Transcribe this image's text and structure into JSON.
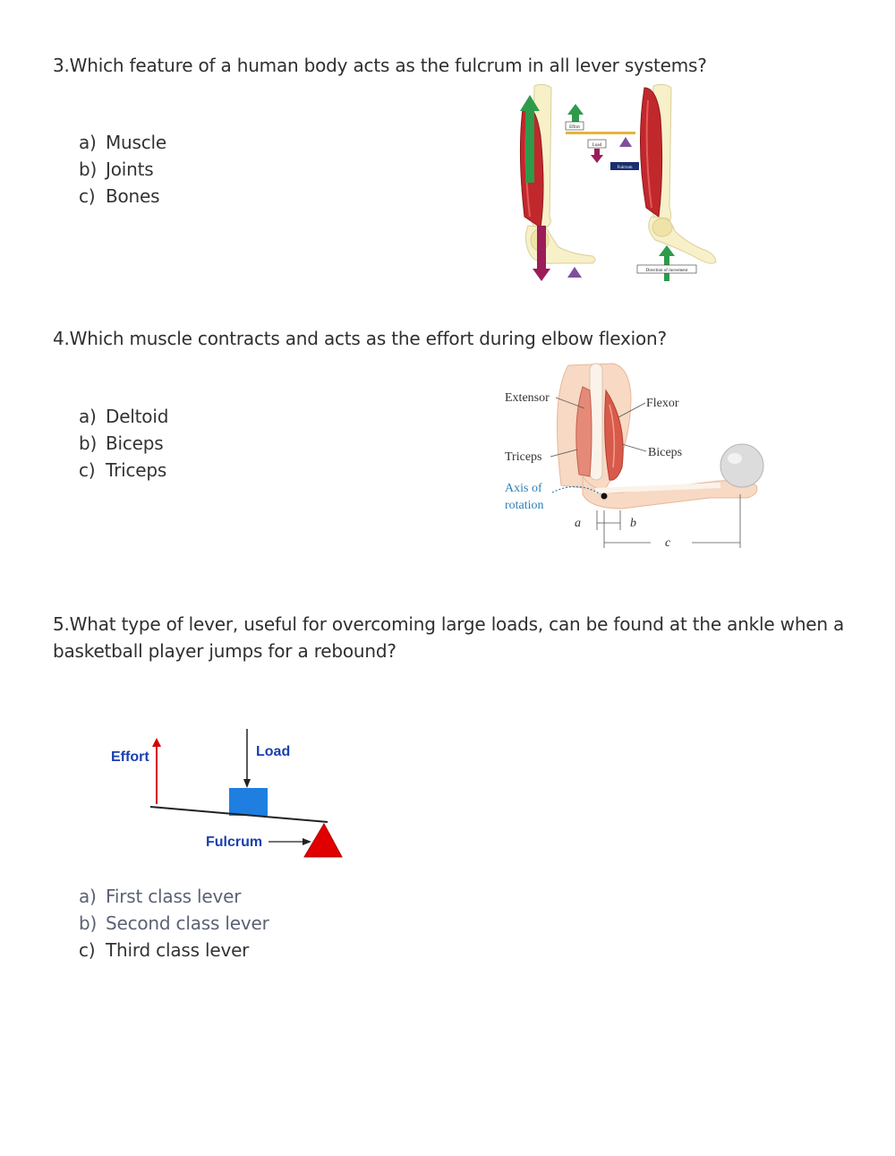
{
  "questions": [
    {
      "text": "3.Which feature of a human body acts as the fulcrum in all lever systems?",
      "options": [
        {
          "letter": "a)",
          "label": "Muscle"
        },
        {
          "letter": "b)",
          "label": "Joints"
        },
        {
          "letter": "c)",
          "label": "Bones"
        }
      ],
      "figure": {
        "labels": {
          "effort": "Effort",
          "load": "Load",
          "fulcrum": "Fulcrum",
          "direction": "Direction of movement"
        }
      }
    },
    {
      "text": "4.Which muscle contracts and acts as the effort during elbow flexion?",
      "options": [
        {
          "letter": "a)",
          "label": "Deltoid"
        },
        {
          "letter": "b)",
          "label": "Biceps"
        },
        {
          "letter": "c)",
          "label": "Triceps"
        }
      ],
      "figure": {
        "labels": {
          "extensor": "Extensor",
          "flexor": "Flexor",
          "triceps": "Triceps",
          "biceps": "Biceps",
          "axis_line1": "Axis of",
          "axis_line2": "rotation",
          "a": "a",
          "b": "b",
          "c": "c"
        }
      }
    },
    {
      "text_line1": "5.What type of lever, useful for overcoming large loads, can be found at the ankle when a",
      "text_line2": "basketball player jumps for a rebound?",
      "options": [
        {
          "letter": "a)",
          "label": "First class lever"
        },
        {
          "letter": "b)",
          "label": "Second class lever"
        },
        {
          "letter": "c)",
          "label": "Third class lever"
        }
      ],
      "figure": {
        "labels": {
          "effort": "Effort",
          "load": "Load",
          "fulcrum": "Fulcrum"
        },
        "colors": {
          "effort_arrow": "#d40000",
          "load_box": "#1e7fe0",
          "fulcrum": "#e00000",
          "label_text": "#1a3fb0"
        }
      }
    }
  ]
}
